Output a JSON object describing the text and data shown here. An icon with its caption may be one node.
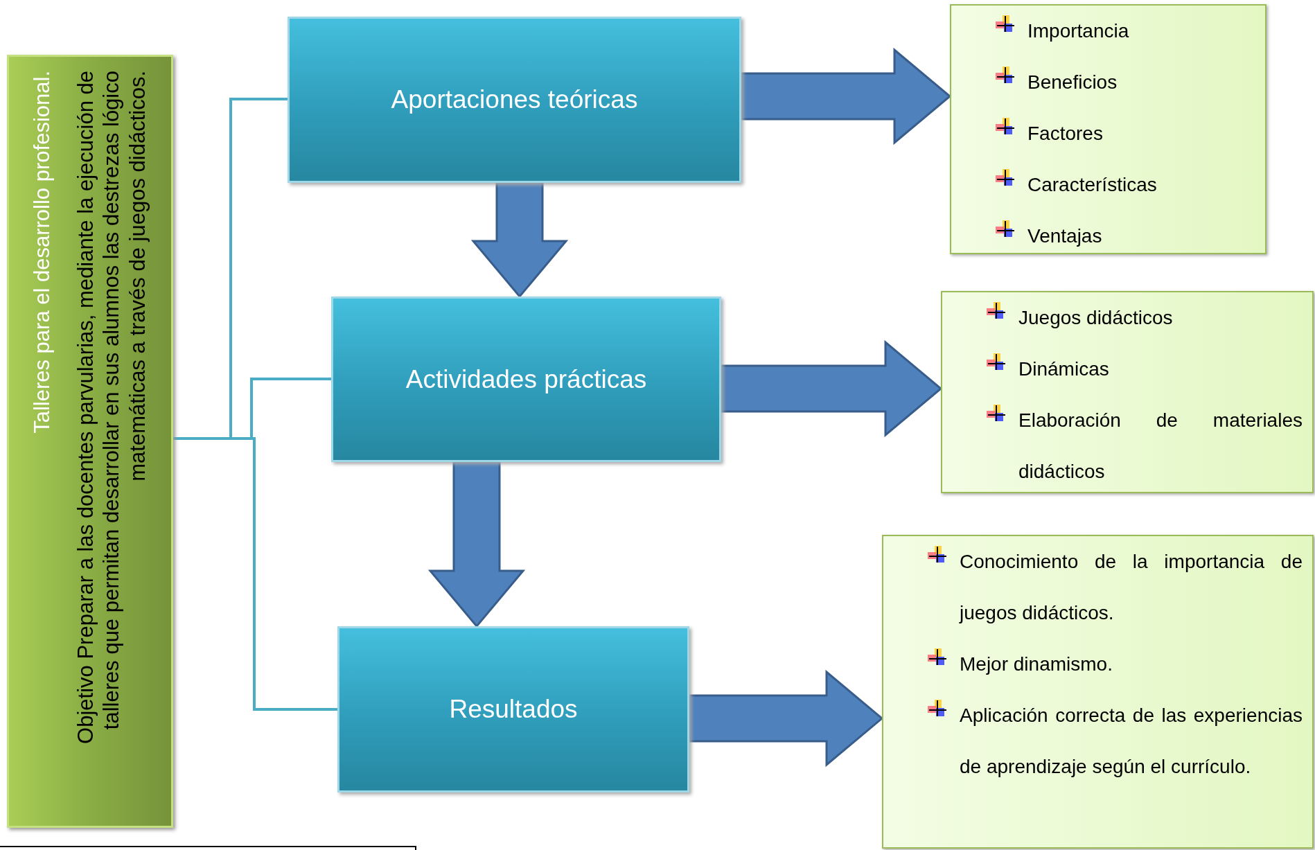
{
  "diagram": {
    "nodes": [
      {
        "text": [
          "Talleres para el desarrollo profesional.",
          "Objetivo Preparar a las docentes parvularias, mediante la ejecución de talleres que permitan desarrollar en sus alumnos las destrezas lógico matemáticas a través de juegos didácticos."
        ]
      },
      {
        "text": [
          "Aportaciones teóricas"
        ]
      },
      {
        "text": [
          "Importancia",
          "Beneficios",
          "Factores",
          "Características",
          "Ventajas"
        ]
      },
      {
        "text": [
          "Actividades prácticas"
        ]
      },
      {
        "text": [
          "Juegos didácticos",
          "Dinámicas",
          "Elaboración de materiales didácticos"
        ]
      },
      {
        "text": [
          "Resultados"
        ]
      },
      {
        "text": [
          "Conocimiento de la importancia de juegos didácticos.",
          "Mejor dinamismo.",
          "Aplicación correcta de las experiencias de aprendizaje según el currículo."
        ]
      }
    ],
    "edges": [
      {
        "from": 0,
        "to": 1,
        "arrow": "none"
      },
      {
        "from": 0,
        "to": 3,
        "arrow": "none"
      },
      {
        "from": 0,
        "to": 5,
        "arrow": "none"
      },
      {
        "from": 1,
        "to": 3,
        "arrow": "to",
        "style": "thick"
      },
      {
        "from": 3,
        "to": 5,
        "arrow": "to",
        "style": "thick"
      },
      {
        "from": 1,
        "to": 2,
        "arrow": "to",
        "style": "thick"
      },
      {
        "from": 3,
        "to": 4,
        "arrow": "to",
        "style": "thick"
      },
      {
        "from": 5,
        "to": 6,
        "arrow": "to",
        "style": "thick"
      }
    ]
  }
}
